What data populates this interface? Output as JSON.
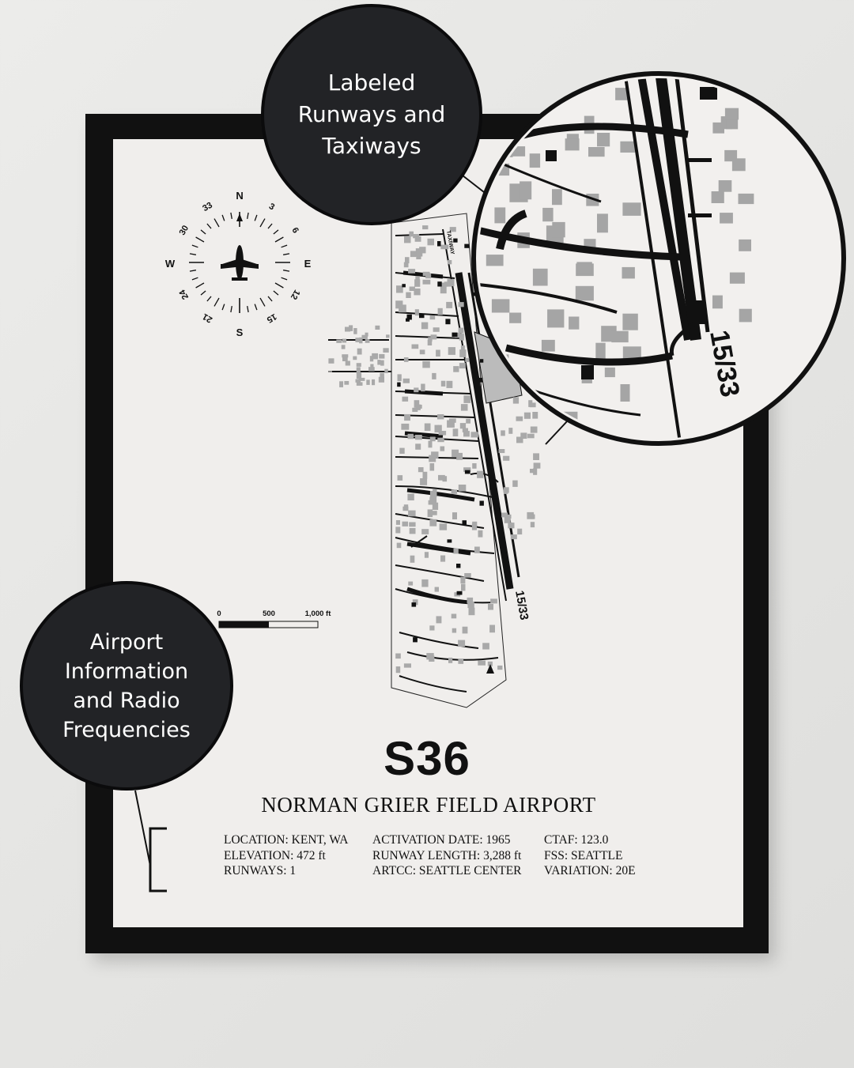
{
  "compass": {
    "north": "N",
    "south": "S",
    "east": "E",
    "west": "W",
    "headings": [
      "3",
      "6",
      "12",
      "15",
      "21",
      "24",
      "30",
      "33"
    ]
  },
  "scale": {
    "labels": [
      "0",
      "500",
      "1,000 ft"
    ]
  },
  "map": {
    "taxiway_label": "TAXIWAY",
    "runway_label": "15/33"
  },
  "zoom": {
    "runway_label": "15/33"
  },
  "airport": {
    "code": "S36",
    "name": "NORMAN GRIER FIELD AIRPORT"
  },
  "info": {
    "col1": [
      "LOCATION: KENT, WA",
      "ELEVATION: 472 ft",
      "RUNWAYS: 1"
    ],
    "col2": [
      "ACTIVATION DATE: 1965",
      "RUNWAY LENGTH: 3,288 ft",
      "ARTCC: SEATTLE CENTER"
    ],
    "col3": [
      "CTAF: 123.0",
      "FSS: SEATTLE",
      "VARIATION: 20E"
    ]
  },
  "callouts": {
    "top": [
      "Labeled",
      "Runways and",
      "Taxiways"
    ],
    "left": [
      "Airport",
      "Information",
      "and Radio",
      "Frequencies"
    ]
  },
  "colors": {
    "frame": "#111111",
    "paper": "#f0eeec",
    "wall": "#e6e6e4",
    "bubble": "#222326",
    "building": "#a9a9a9"
  }
}
